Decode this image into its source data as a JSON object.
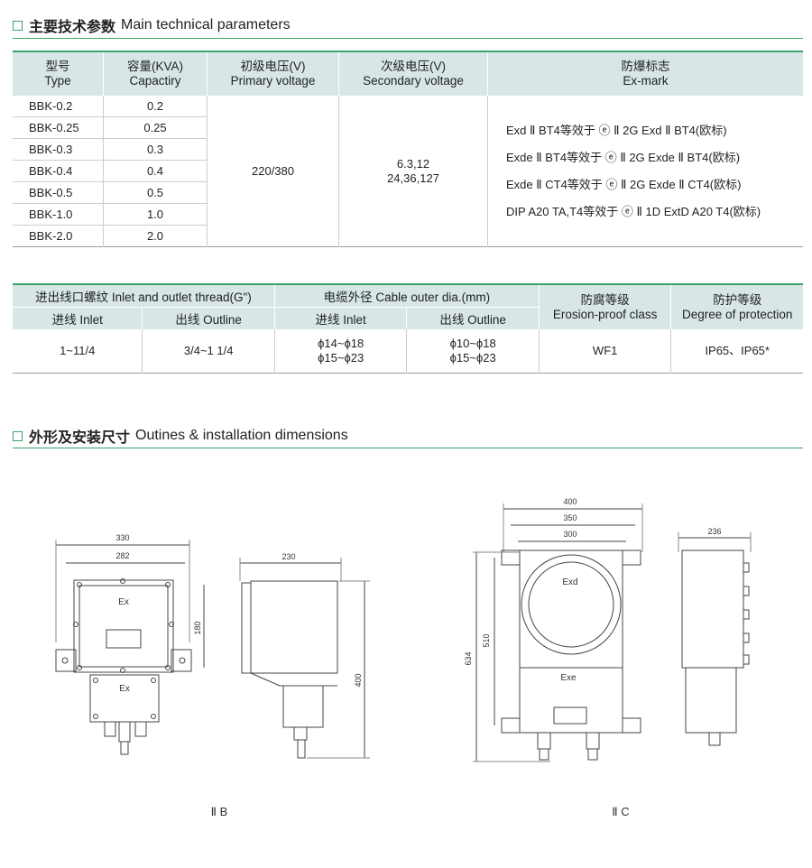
{
  "section1": {
    "title_cn": "主要技术参数",
    "title_en": "Main technical parameters"
  },
  "table1": {
    "headers": [
      {
        "cn": "型号",
        "en": "Type"
      },
      {
        "cn": "容量(KVA)",
        "en": "Capactiry"
      },
      {
        "cn": "初级电压(V)",
        "en": "Primary voltage"
      },
      {
        "cn": "次级电压(V)",
        "en": "Secondary voltage"
      },
      {
        "cn": "防爆标志",
        "en": "Ex-mark"
      }
    ],
    "rows": [
      {
        "type": "BBK-0.2",
        "cap": "0.2"
      },
      {
        "type": "BBK-0.25",
        "cap": "0.25"
      },
      {
        "type": "BBK-0.3",
        "cap": "0.3"
      },
      {
        "type": "BBK-0.4",
        "cap": "0.4"
      },
      {
        "type": "BBK-0.5",
        "cap": "0.5"
      },
      {
        "type": "BBK-1.0",
        "cap": "1.0"
      },
      {
        "type": "BBK-2.0",
        "cap": "2.0"
      }
    ],
    "primary": "220/380",
    "secondary_1": "6.3,12",
    "secondary_2": "24,36,127",
    "exmarks": [
      "Exd Ⅱ BT4等效于 ⓔ Ⅱ 2G Exd Ⅱ BT4(欧标)",
      "Exde Ⅱ BT4等效于 ⓔ Ⅱ 2G Exde Ⅱ BT4(欧标)",
      "Exde Ⅱ CT4等效于 ⓔ Ⅱ 2G Exde Ⅱ CT4(欧标)",
      "DIP A20 TA,T4等效于 ⓔ Ⅱ 1D ExtD A20 T4(欧标)"
    ]
  },
  "table2": {
    "thread_header": "进出线口螺纹  Inlet and outlet thread(G\")",
    "cable_header": "电缆外径  Cable outer dia.(mm)",
    "erosion_cn": "防腐等级",
    "erosion_en": "Erosion-proof class",
    "protection_cn": "防护等级",
    "protection_en": "Degree of protection",
    "inlet": "进线  Inlet",
    "outline": "出线  Outline",
    "cable_inlet": "进线  Inlet",
    "cable_outline": "出线  Outline",
    "val_inlet": "1~11/4",
    "val_outline": "3/4~1 1/4",
    "val_cable_in_1": "ϕ14~ϕ18",
    "val_cable_in_2": "ϕ15~ϕ23",
    "val_cable_out_1": "ϕ10~ϕ18",
    "val_cable_out_2": "ϕ15~ϕ23",
    "val_erosion": "WF1",
    "val_protection": "IP65、IP65*"
  },
  "section2": {
    "title_cn": "外形及安装尺寸",
    "title_en": "Outines & installation dimensions"
  },
  "drawings": {
    "dim_330": "330",
    "dim_282": "282",
    "dim_180": "180",
    "label_ex1": "Ex",
    "label_ex2": "Ex",
    "dim_230": "230",
    "dim_400v": "400",
    "dim_400": "400",
    "dim_350": "350",
    "dim_300": "300",
    "dim_634": "634",
    "dim_510": "510",
    "label_exd": "Exd",
    "label_exe": "Exe",
    "dim_236": "236",
    "caption_b": "Ⅱ B",
    "caption_c": "Ⅱ C"
  },
  "colors": {
    "accent": "#3aa36a",
    "header_bg": "#d8e6e8"
  }
}
